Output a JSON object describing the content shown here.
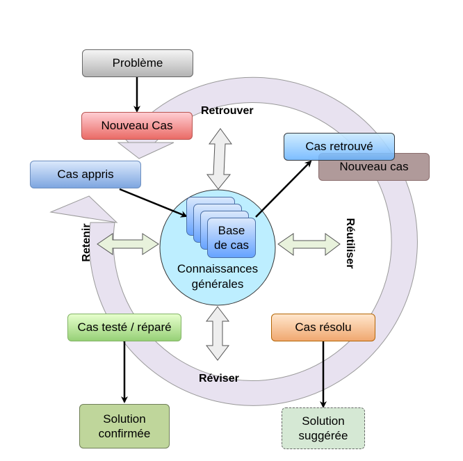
{
  "diagram": {
    "type": "case-based-reasoning-cycle",
    "phases": {
      "retrieve": "Retrouver",
      "reuse": "Réutiliser",
      "revise": "Réviser",
      "retain": "Retenir"
    },
    "center": {
      "case_base": "Base\nde cas",
      "case_base_line1": "Base",
      "case_base_line2": "de cas",
      "knowledge_line1": "Connaissances",
      "knowledge_line2": "générales"
    },
    "nodes": {
      "problem": "Problème",
      "new_case": "Nouveau Cas",
      "retrieved_case": "Cas retrouvé",
      "new_case_copy": "Nouveau cas",
      "learned_case": "Cas appris",
      "tested_case": "Cas testé / réparé",
      "solved_case": "Cas résolu",
      "confirmed_solution_line1": "Solution",
      "confirmed_solution_line2": "confirmée",
      "suggested_solution_line1": "Solution",
      "suggested_solution_line2": "suggérée"
    },
    "edges": [
      {
        "from": "Problème",
        "to": "Nouveau Cas"
      },
      {
        "from": "Cas appris",
        "to": "Base de cas"
      },
      {
        "from": "Base de cas",
        "to": "Cas retrouvé"
      },
      {
        "from": "Cas testé / réparé",
        "to": "Solution confirmée"
      },
      {
        "from": "Cas résolu",
        "to": "Solution suggérée"
      }
    ],
    "colors": {
      "ring": "#e6e0f0",
      "center_circle": "#bdeeff",
      "double_arrow_gray": "#eeeeee",
      "double_arrow_green": "#e8f2dc"
    }
  }
}
